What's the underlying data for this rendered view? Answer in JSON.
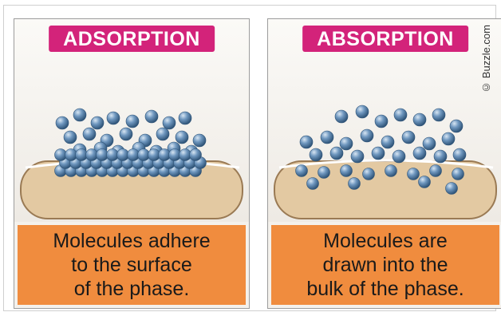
{
  "left_panel": {
    "title": "ADSORPTION",
    "caption_lines": [
      "Molecules adhere",
      "to the surface",
      "of the phase."
    ]
  },
  "right_panel": {
    "title": "ABSORPTION",
    "caption_lines": [
      "Molecules are",
      "drawn into the",
      "bulk of the phase."
    ]
  },
  "credit": "© Buzzle.com",
  "colors": {
    "title_bg": "#d3237a",
    "caption_bg": "#f08c3e",
    "slab": "#e3c9a2",
    "molecule": "#4c7aa6"
  }
}
